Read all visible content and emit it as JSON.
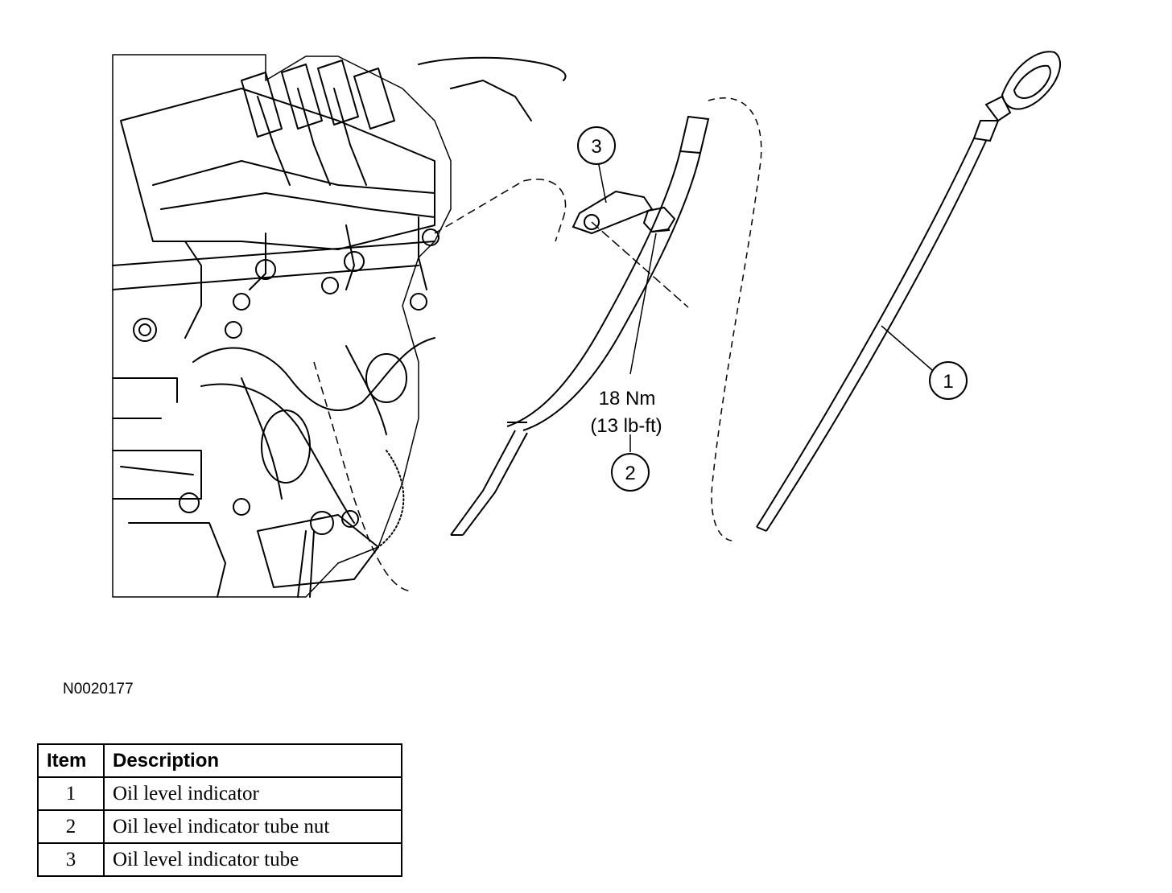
{
  "callouts": [
    {
      "number": "1"
    },
    {
      "number": "2"
    },
    {
      "number": "3"
    }
  ],
  "torque": {
    "metric": "18 Nm",
    "imperial": "(13 lb-ft)"
  },
  "figure_id": "N0020177",
  "legend": {
    "headers": {
      "item": "Item",
      "description": "Description"
    },
    "rows": [
      {
        "item": "1",
        "description": "Oil level indicator"
      },
      {
        "item": "2",
        "description": "Oil level indicator tube nut"
      },
      {
        "item": "3",
        "description": "Oil level indicator tube"
      }
    ]
  }
}
